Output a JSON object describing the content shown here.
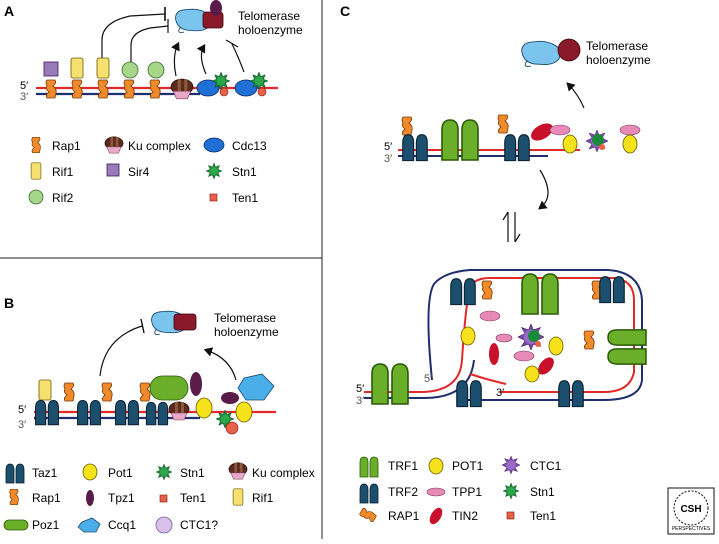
{
  "panels": {
    "a": {
      "letter": "A",
      "enzyme_label_line1": "Telomerase",
      "enzyme_label_line2": "holoenzyme",
      "strand_top": "5′",
      "strand_bottom": "3′",
      "legend": [
        {
          "icon": "rap1-icon",
          "label": "Rap1"
        },
        {
          "icon": "rif1-icon",
          "label": "Rif1"
        },
        {
          "icon": "rif2-icon",
          "label": "Rif2"
        },
        {
          "icon": "ku-complex-icon",
          "label": "Ku complex"
        },
        {
          "icon": "sir4-icon",
          "label": "Sir4"
        },
        {
          "icon": "cdc13-icon",
          "label": "Cdc13"
        },
        {
          "icon": "stn1-icon",
          "label": "Stn1"
        },
        {
          "icon": "ten1-icon",
          "label": "Ten1"
        }
      ]
    },
    "b": {
      "letter": "B",
      "enzyme_label_line1": "Telomerase",
      "enzyme_label_line2": "holoenzyme",
      "strand_top": "5′",
      "strand_bottom": "3′",
      "legend": [
        {
          "icon": "taz1-icon",
          "label": "Taz1"
        },
        {
          "icon": "rap1-icon",
          "label": "Rap1"
        },
        {
          "icon": "poz1-icon",
          "label": "Poz1"
        },
        {
          "icon": "pot1-icon",
          "label": "Pot1"
        },
        {
          "icon": "tpz1-icon",
          "label": "Tpz1"
        },
        {
          "icon": "ccq1-icon",
          "label": "Ccq1"
        },
        {
          "icon": "stn1-icon",
          "label": "Stn1"
        },
        {
          "icon": "ten1-icon",
          "label": "Ten1"
        },
        {
          "icon": "ctc1-icon",
          "label": "CTC1?"
        },
        {
          "icon": "ku-complex-icon",
          "label": "Ku complex"
        },
        {
          "icon": "rif1-icon",
          "label": "Rif1"
        }
      ]
    },
    "c": {
      "letter": "C",
      "enzyme_label_line1": "Telomerase",
      "enzyme_label_line2": "holoenzyme",
      "strand_top": "5′",
      "strand_bottom": "3′",
      "loop_5": "5′",
      "loop_3": "3′",
      "legend": [
        {
          "icon": "trf1-icon",
          "label": "TRF1"
        },
        {
          "icon": "trf2-icon",
          "label": "TRF2"
        },
        {
          "icon": "rap1-icon",
          "label": "RAP1"
        },
        {
          "icon": "pot1-icon",
          "label": "POT1"
        },
        {
          "icon": "tpp1-icon",
          "label": "TPP1"
        },
        {
          "icon": "tin2-icon",
          "label": "TIN2"
        },
        {
          "icon": "ctc1-icon",
          "label": "CTC1"
        },
        {
          "icon": "stn1-icon",
          "label": "Stn1"
        },
        {
          "icon": "ten1-icon",
          "label": "Ten1"
        }
      ]
    }
  },
  "logo": {
    "text": "CSH",
    "subtext": "PERSPECTIVES"
  },
  "colors": {
    "red_strand": "#e02a2a",
    "blue_strand": "#1f2e6e",
    "rap1": "#f08a2a",
    "rif1": "#f5e070",
    "rif2": "#a6d68a",
    "ku_dark": "#5a2a1e",
    "sir4": "#9b7ab8",
    "cdc13": "#1f6fd6",
    "stn1": "#1a8a3a",
    "ten1": "#e8604a",
    "taz1": "#1c4f6e",
    "pot1": "#f5e21a",
    "tpz1": "#5a1a4a",
    "poz1": "#6aae2a",
    "ccq1": "#4aaee8",
    "ctc1": "#7a4aa8",
    "trf1": "#6aae2a",
    "tpp1": "#e88ab8",
    "tin2": "#c8102a",
    "telomerase_body": "#7ac4ee",
    "telomerase_rna": "#8a1a2a"
  }
}
